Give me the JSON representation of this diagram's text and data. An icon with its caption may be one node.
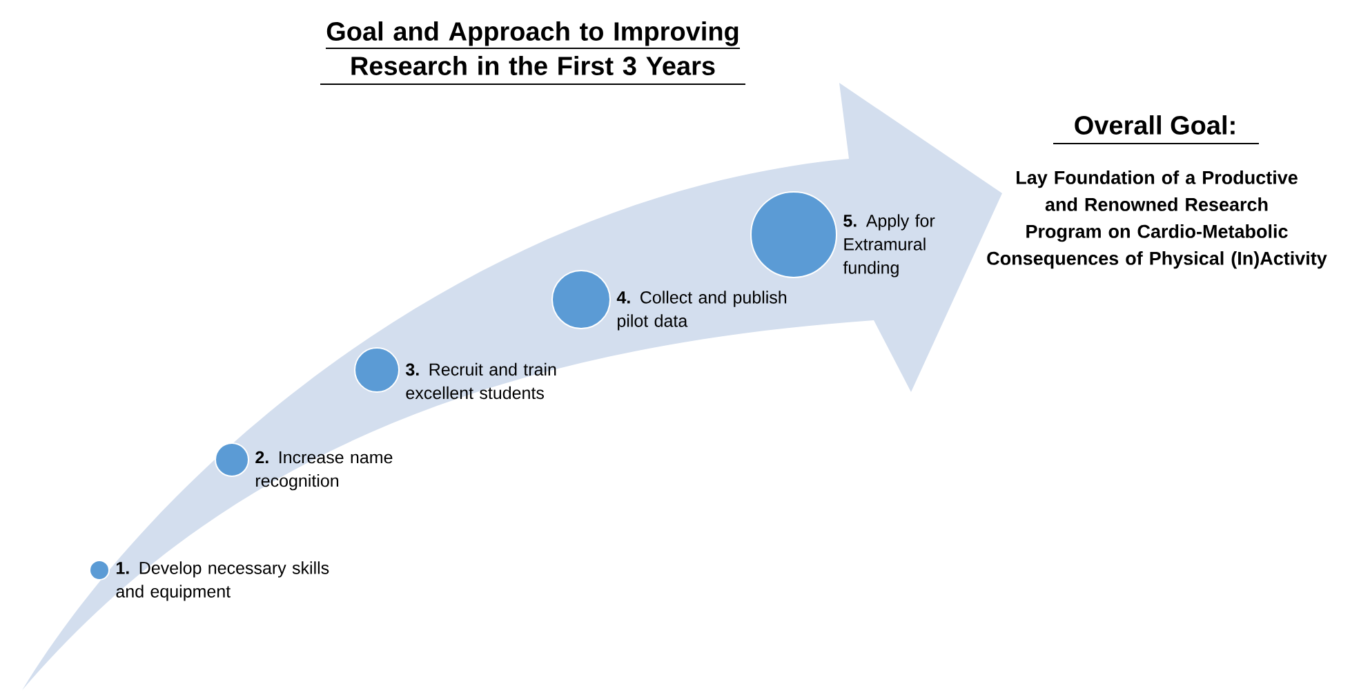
{
  "diagram": {
    "title": "Goal and Approach to Improving Research in the First 3 Years",
    "nodes": [
      {
        "text": [],
        "shape": "circle",
        "beside": [
          "**1.** Develop necessary skills and equipment"
        ]
      },
      {
        "text": [],
        "shape": "circle",
        "beside": [
          "**2.** Increase name recognition"
        ]
      },
      {
        "text": [],
        "shape": "circle",
        "beside": [
          "**3.** Recruit and train excellent students"
        ]
      },
      {
        "text": [],
        "shape": "circle",
        "beside": [
          "**4.** Collect and publish pilot data"
        ]
      },
      {
        "text": [],
        "shape": "circle",
        "beside": [
          "**5.** Apply for Extramural funding"
        ]
      }
    ],
    "labels": [
      "Overall Goal:",
      "Lay Foundation of a Productive and Renowned Research Program on Cardio-Metabolic Consequences of Physical (In)Activity"
    ]
  }
}
